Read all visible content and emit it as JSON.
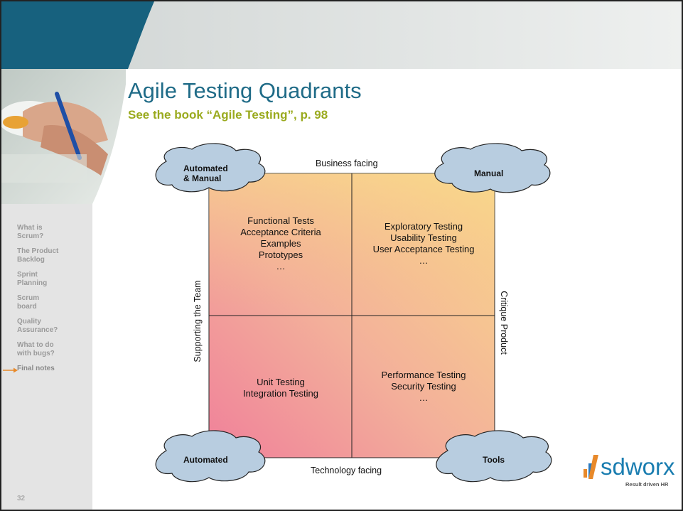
{
  "slide": {
    "title": "Agile Testing Quadrants",
    "subtitle": "See the book “Agile Testing”, p. 98",
    "page_number": "32"
  },
  "nav": {
    "items": [
      {
        "label_line1": "What is",
        "label_line2": "Scrum?"
      },
      {
        "label_line1": "The Product",
        "label_line2": "Backlog"
      },
      {
        "label_line1": "Sprint",
        "label_line2": "Planning"
      },
      {
        "label_line1": "Scrum",
        "label_line2": "board"
      },
      {
        "label_line1": "Quality",
        "label_line2": "Assurance?"
      },
      {
        "label_line1": "What to do",
        "label_line2": "with bugs?"
      },
      {
        "label_line1": "Final notes",
        "label_line2": ""
      }
    ],
    "active_index": 6
  },
  "diagram": {
    "axes": {
      "top": "Business facing",
      "bottom": "Technology facing",
      "left": "Supporting the Team",
      "right": "Critique Product"
    },
    "quadrants": {
      "top_left": [
        "Functional Tests",
        "Acceptance Criteria",
        "Examples",
        "Prototypes",
        "…"
      ],
      "top_right": [
        "Exploratory Testing",
        "Usability Testing",
        "User Acceptance Testing",
        "…"
      ],
      "bottom_left": [
        "Unit Testing",
        "Integration Testing"
      ],
      "bottom_right": [
        "Performance Testing",
        "Security Testing",
        "…"
      ]
    },
    "clouds": {
      "top_left_line1": "Automated",
      "top_left_line2": "& Manual",
      "top_right": "Manual",
      "bottom_left": "Automated",
      "bottom_right": "Tools"
    }
  },
  "logo": {
    "text": "sdworx",
    "tagline": "Result driven HR"
  },
  "colors": {
    "title": "#1f6b87",
    "subtitle": "#9aaa1e",
    "top_band": "#17617e",
    "cloud_fill": "#b8cde0"
  }
}
